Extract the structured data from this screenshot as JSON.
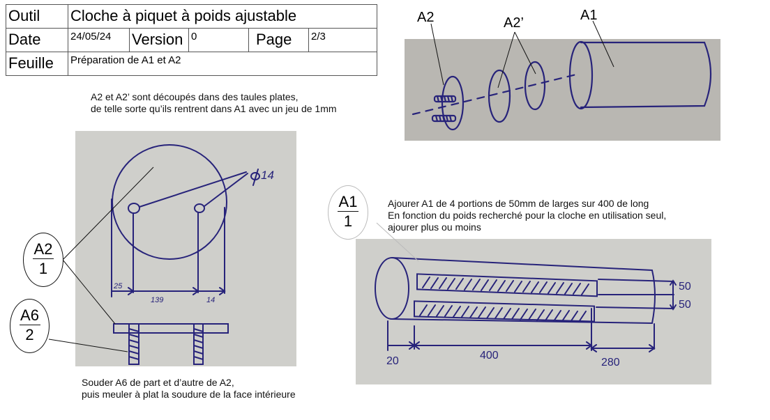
{
  "title_block": {
    "outil_label": "Outil",
    "outil_value": "Cloche à piquet à poids ajustable",
    "date_label": "Date",
    "date_value": "24/05/24",
    "version_label": "Version",
    "version_value": "0",
    "page_label": "Page",
    "page_value": "2/3",
    "feuille_label": "Feuille",
    "feuille_value": "Préparation de A1 et A2"
  },
  "notes": {
    "a2_cut_line1": "A2 et A2’ sont découpés dans des taules plates,",
    "a2_cut_line2": "de telle sorte qu’ils rentrent dans A1 avec un jeu de 1mm",
    "a1_line1": "Ajourer A1 de 4 portions de 50mm de larges sur 400 de long",
    "a1_line2": "En fonction du poids recherché pour la cloche en utilisation seul,",
    "a1_line3": "ajourer plus ou moins",
    "weld_line1": "Souder A6 de part et d’autre de A2,",
    "weld_line2": "puis meuler à plat la soudure de la face intérieure"
  },
  "assembly_photo": {
    "labels": {
      "a2": "A2",
      "a2_prime": "A2’",
      "a1": "A1"
    }
  },
  "a2_drawing": {
    "hole_diameter": "ϕ14",
    "dim_left": "25",
    "dim_middle": "139",
    "dim_right": "14"
  },
  "a1_drawing": {
    "slot_width_1": "50",
    "slot_width_2": "50",
    "dim_start": "20",
    "dim_slot_length": "400",
    "dim_remaining": "280"
  },
  "balloons": {
    "a2": {
      "part": "A2",
      "qty": "1"
    },
    "a6": {
      "part": "A6",
      "qty": "2"
    },
    "a1": {
      "part": "A1",
      "qty": "1"
    }
  },
  "colors": {
    "ink": "#27237a",
    "paper_dark": "#b9b7b2",
    "paper_light": "#cfcfcb",
    "border": "#555555"
  }
}
